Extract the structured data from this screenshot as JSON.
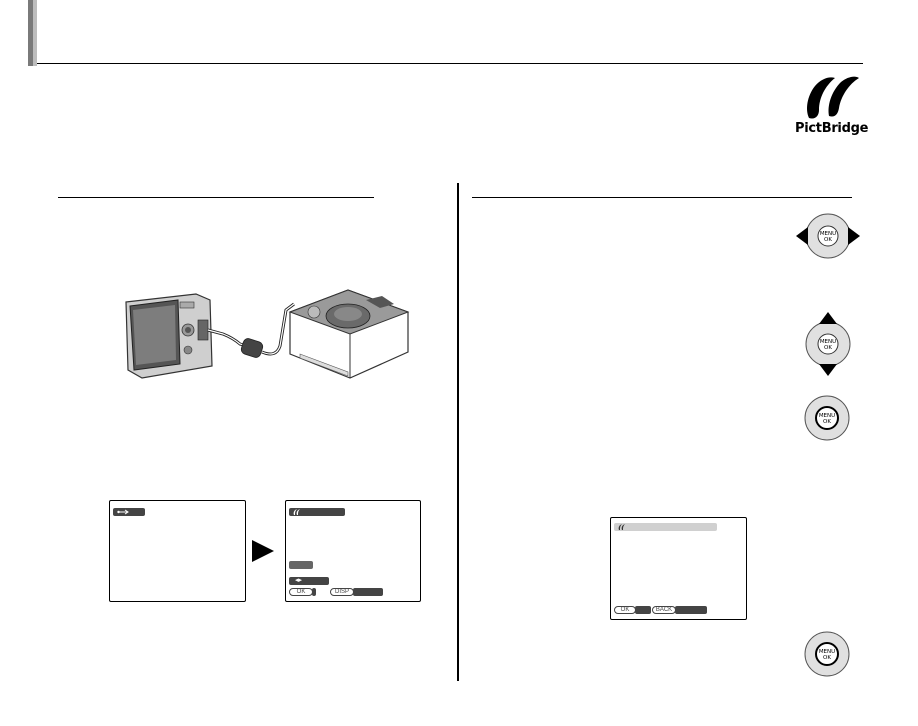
{
  "header": {
    "logo_text": "PictBridge"
  },
  "icons": {
    "dial_left_right": "dial-left-right-icon",
    "dial_up_down": "dial-up-down-icon",
    "dial_menu_ok": "dial-menu-ok-icon"
  },
  "screens": {
    "usb": {
      "icon": "usb-icon"
    },
    "pictbridge": {
      "ok_label": "OK",
      "disp_label": "DISP"
    },
    "print_confirm": {
      "ok_label": "OK",
      "back_label": "BACK"
    }
  },
  "colors": {
    "header_dark": "#7a7a7a",
    "header_light": "#bdbdbd",
    "lcd_bar": "#444444"
  }
}
